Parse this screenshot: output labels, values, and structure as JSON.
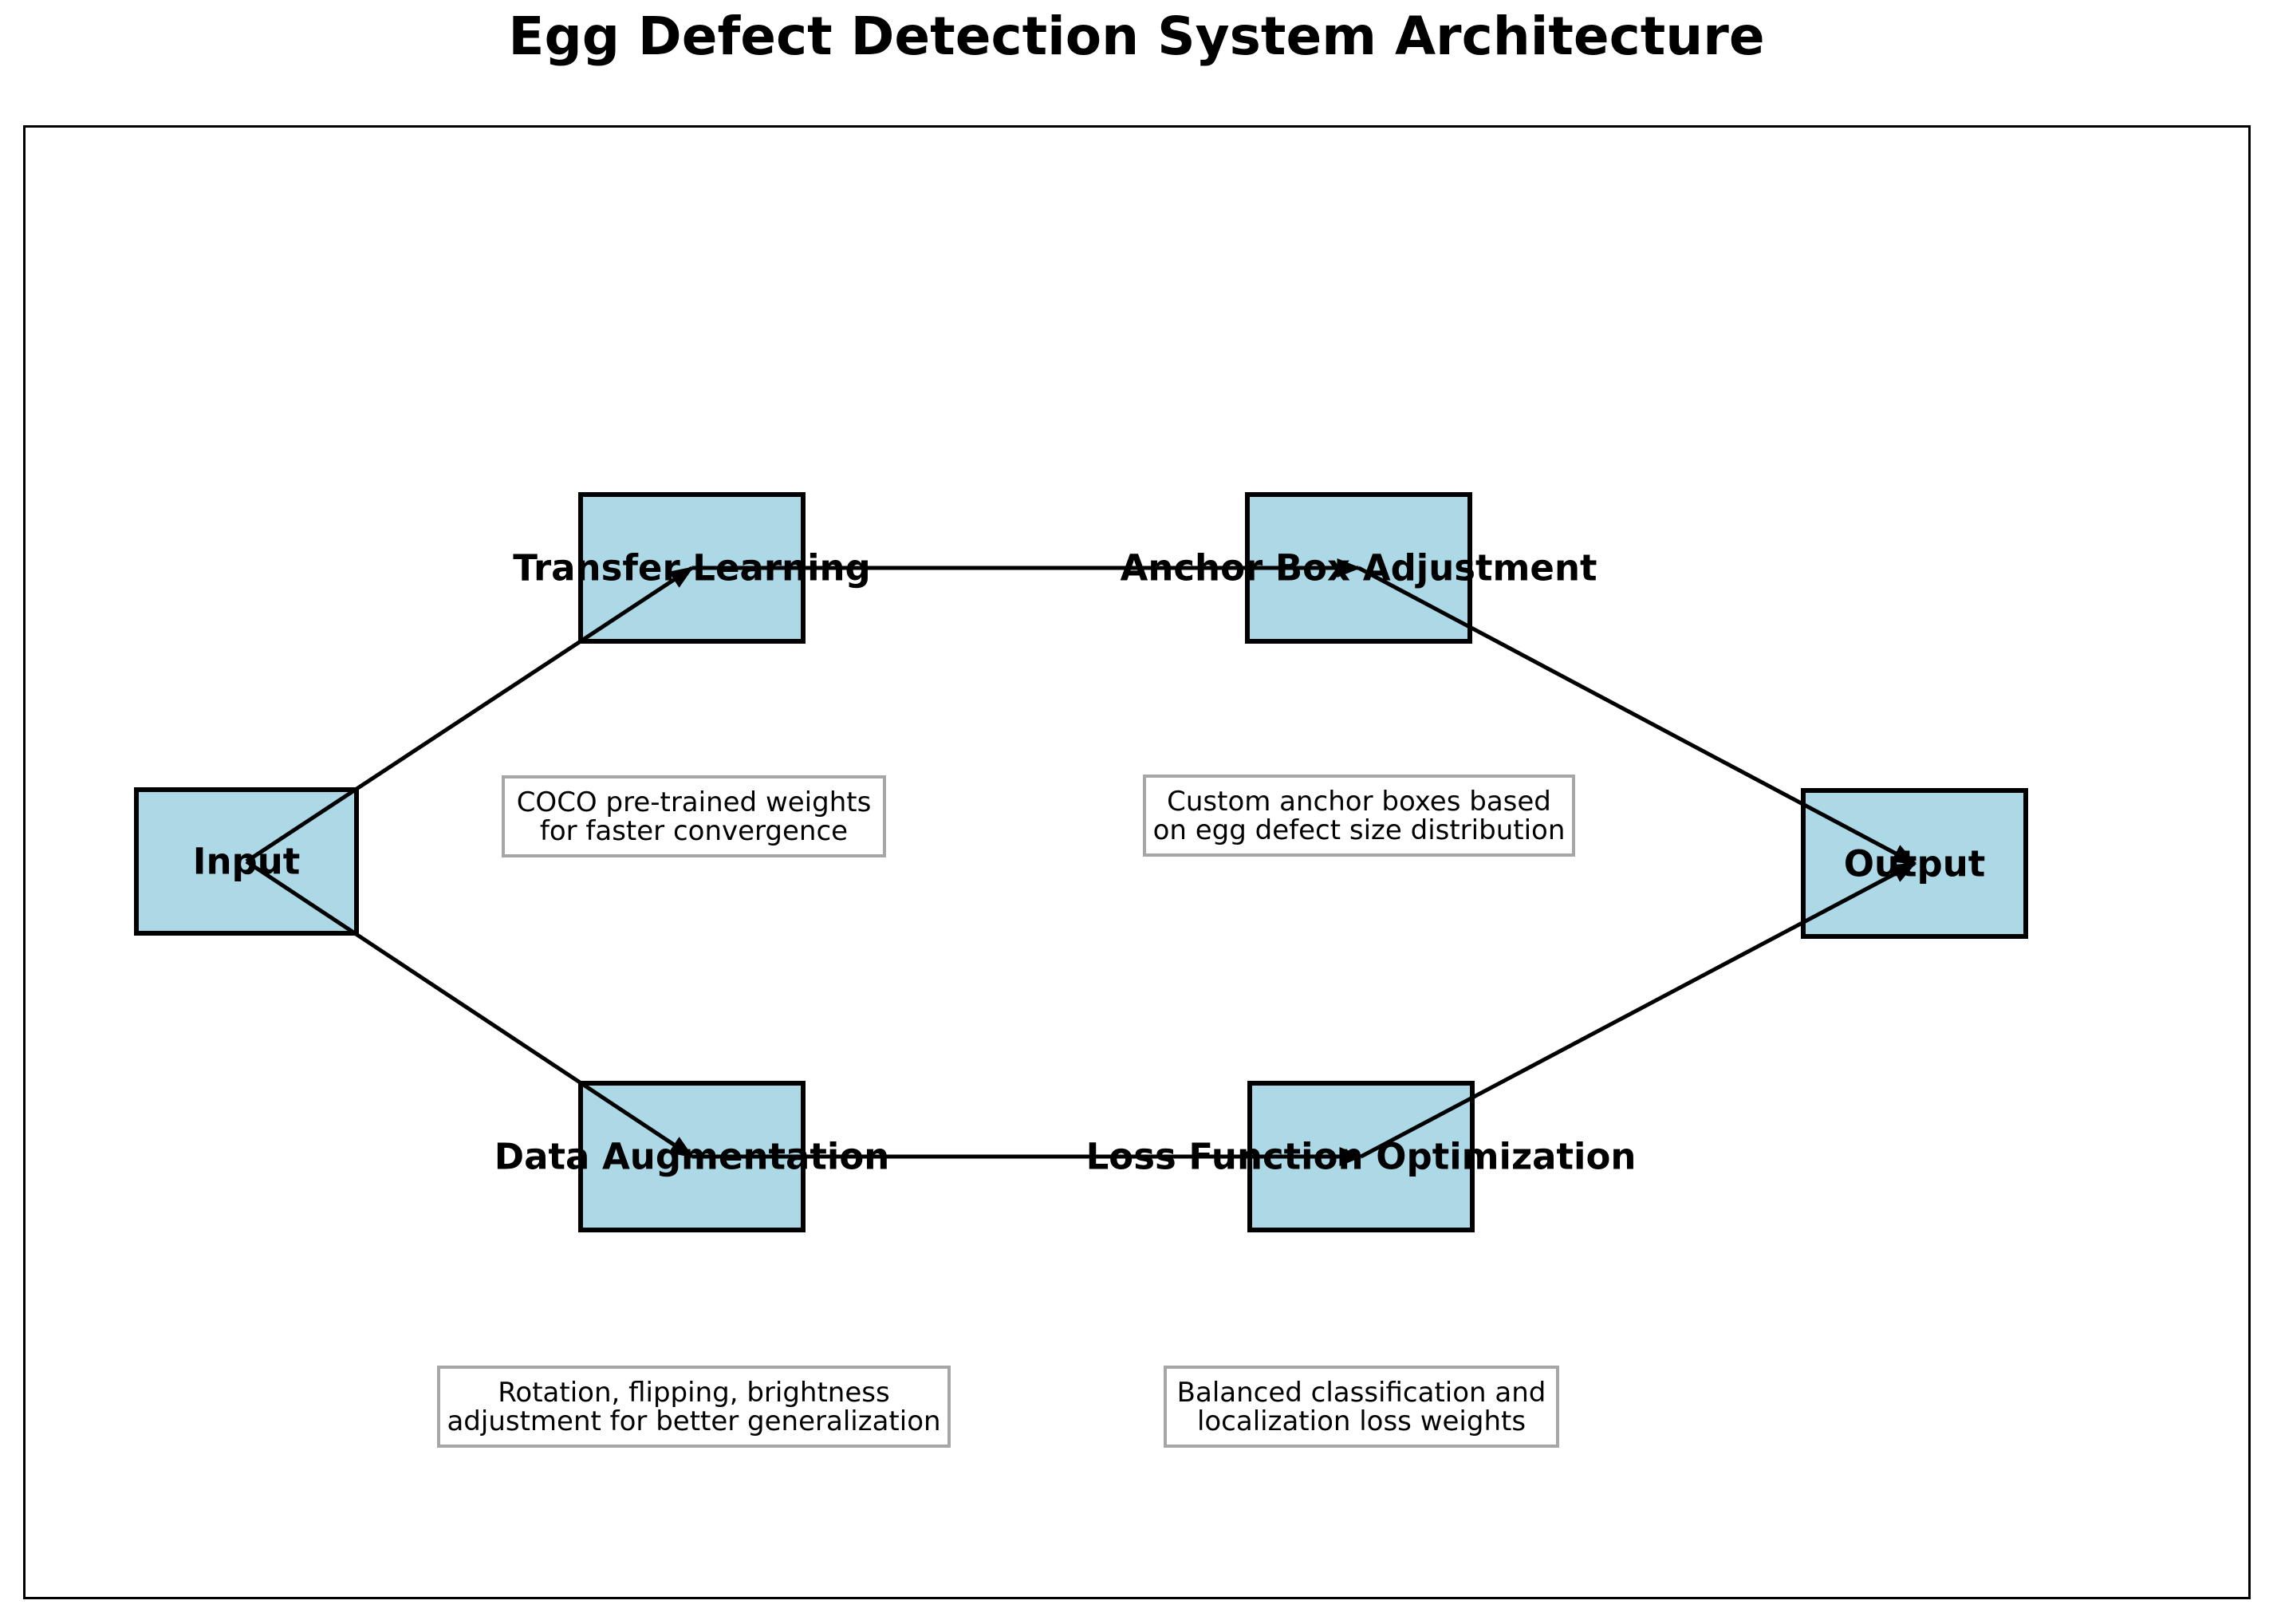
{
  "title": "Egg Defect Detection System Architecture",
  "nodes": [
    {
      "id": "input",
      "label": "Input"
    },
    {
      "id": "transfer-learning",
      "label": "Transfer Learning"
    },
    {
      "id": "anchor-box-adjustment",
      "label": "Anchor Box Adjustment"
    },
    {
      "id": "data-augmentation",
      "label": "Data Augmentation"
    },
    {
      "id": "loss-function-optimization",
      "label": "Loss Function Optimization"
    },
    {
      "id": "output",
      "label": "Output"
    }
  ],
  "edges": [
    {
      "from": "Input",
      "to": "Transfer Learning"
    },
    {
      "from": "Input",
      "to": "Data Augmentation"
    },
    {
      "from": "Transfer Learning",
      "to": "Anchor Box Adjustment"
    },
    {
      "from": "Data Augmentation",
      "to": "Loss Function Optimization"
    },
    {
      "from": "Anchor Box Adjustment",
      "to": "Output"
    },
    {
      "from": "Loss Function Optimization",
      "to": "Output"
    }
  ],
  "annotations": [
    {
      "id": "coco",
      "text": "COCO pre-trained weights\nfor faster convergence"
    },
    {
      "id": "anchor",
      "text": "Custom anchor boxes based\non egg defect size distribution"
    },
    {
      "id": "rotation",
      "text": "Rotation, flipping, brightness\nadjustment for better generalization"
    },
    {
      "id": "balanced",
      "text": "Balanced classification and\nlocalization loss weights"
    }
  ],
  "colors": {
    "background": "#FFFFFF",
    "node_fill": "#ADD8E6",
    "node_border": "#000000",
    "arrow": "#000000",
    "annotation_border": "#A6A6A6",
    "frame_border": "#000000",
    "text": "#000000"
  }
}
